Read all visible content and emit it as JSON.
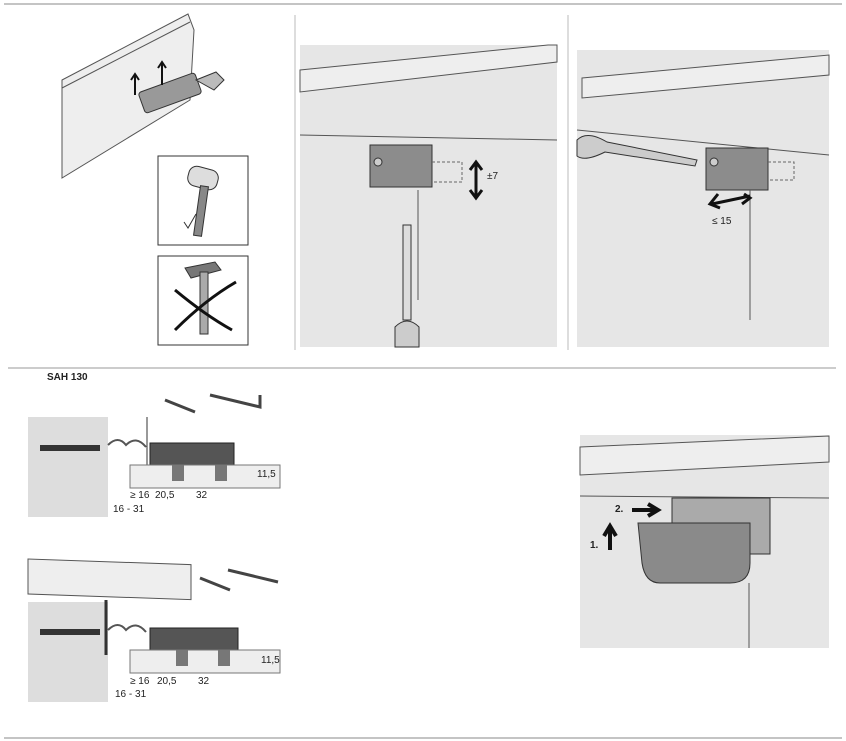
{
  "panels": {
    "adjust_height": {
      "label": "±7"
    },
    "adjust_depth": {
      "label": "≤ 15"
    }
  },
  "section": {
    "title": "SAH 130",
    "dims_top": {
      "height": "11,5",
      "min_edge": "≥ 16",
      "spacing1": "20,5",
      "spacing2": "32",
      "wall_range": "16 - 31"
    },
    "dims_bottom": {
      "height": "11,5",
      "min_edge": "≥ 16",
      "spacing1": "20,5",
      "spacing2": "32",
      "wall_range": "16 - 31"
    }
  },
  "cover_steps": {
    "step1": "1.",
    "step2": "2."
  },
  "colors": {
    "panel_bg": "#e4e4e4",
    "bracket": "#8a8a8a",
    "line": "#555555"
  }
}
